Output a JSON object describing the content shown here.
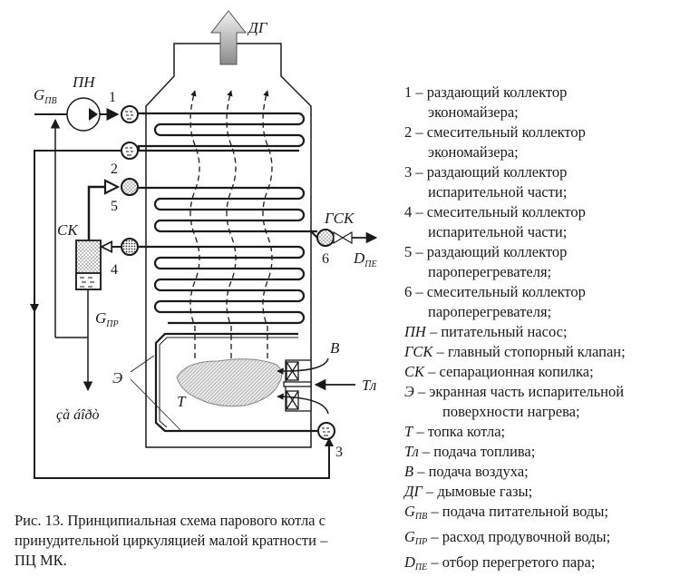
{
  "diagram": {
    "title": "Принципиальная схема парового котла с принудительной циркуляцией малой кратности",
    "labels": {
      "flue_gas": "ДГ",
      "pump": "ПН",
      "feed_water_G": "G",
      "feed_water_sub": "ПВ",
      "separator": "СК",
      "blowdown_G": "G",
      "blowdown_sub": "ПР",
      "blowdown_dest": "çà áîðò",
      "screen": "Э",
      "furnace": "Т",
      "air": "В",
      "fuel": "Тл",
      "main_valve": "ГСК",
      "steam_D": "D",
      "steam_sub": "ПЕ",
      "collector_1": "1",
      "collector_2": "2",
      "collector_3": "3",
      "collector_4": "4",
      "collector_5": "5",
      "collector_6": "6"
    }
  },
  "legend": {
    "items": [
      {
        "key": "1",
        "text": "– раздающий коллектор",
        "cont": "экономайзера;"
      },
      {
        "key": "2",
        "text": "– смесительный коллектор",
        "cont": "экономайзера;"
      },
      {
        "key": "3",
        "text": "– раздающий коллектор",
        "cont": "испарительной части;"
      },
      {
        "key": "4",
        "text": "– смесительный коллектор",
        "cont": "испарительной части;"
      },
      {
        "key": "5",
        "text": "– раздающий коллектор",
        "cont": "пароперегревателя;"
      },
      {
        "key": "6",
        "text": "– смесительный коллектор",
        "cont": "пароперегревателя;"
      }
    ],
    "symbols": [
      {
        "sym": "ПН",
        "sub": "",
        "text": "– питательный насос;",
        "cont": ""
      },
      {
        "sym": "ГСК",
        "sub": "",
        "text": "– главный стопорный клапан;",
        "cont": ""
      },
      {
        "sym": "СК",
        "sub": "",
        "text": "– сепарационная копилка;",
        "cont": ""
      },
      {
        "sym": "Э",
        "sub": "",
        "text": "– экранная часть испарительной",
        "cont": "поверхности нагрева;"
      },
      {
        "sym": "Т",
        "sub": "",
        "text": "– топка котла;",
        "cont": ""
      },
      {
        "sym": "Тл",
        "sub": "",
        "text": "– подача топлива;",
        "cont": ""
      },
      {
        "sym": "В",
        "sub": "",
        "text": "– подача воздуха;",
        "cont": ""
      },
      {
        "sym": "ДГ",
        "sub": "",
        "text": "– дымовые газы;",
        "cont": ""
      },
      {
        "sym": "G",
        "sub": "ПВ",
        "text": "– подача питательной воды;",
        "cont": ""
      },
      {
        "sym": "G",
        "sub": "ПР",
        "text": "– расход продувочной воды;",
        "cont": ""
      },
      {
        "sym": "D",
        "sub": "ПЕ",
        "text": "– отбор перегретого пара;",
        "cont": ""
      }
    ]
  },
  "caption": {
    "line1": "Рис. 13. Принципиальная схема парового котла с",
    "line2": "принудительной циркуляцией малой кратности –",
    "line3": "ПЦ МК."
  }
}
